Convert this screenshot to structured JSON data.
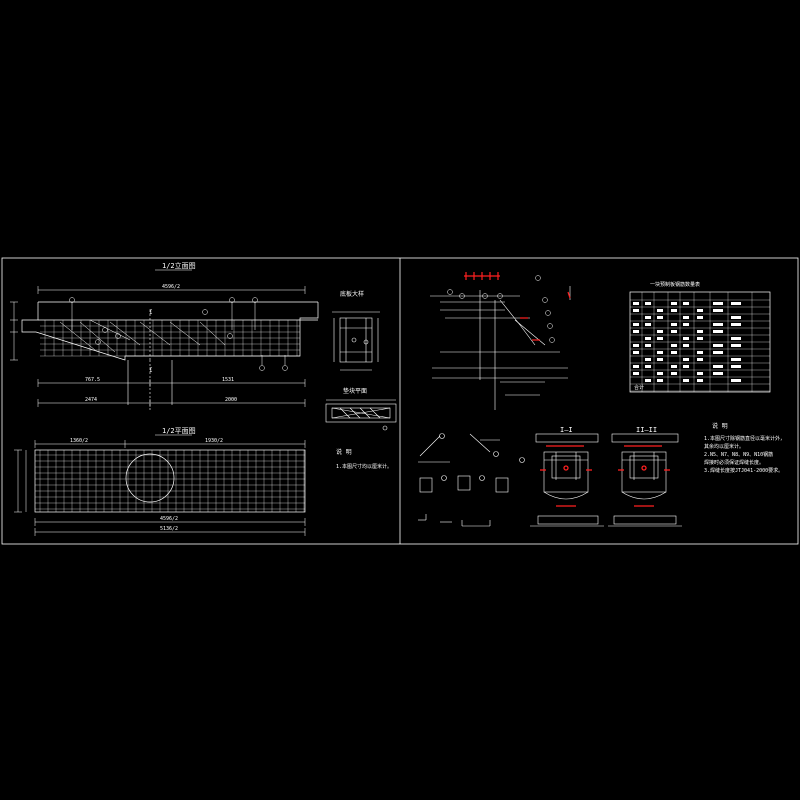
{
  "colors": {
    "background": "#000000",
    "line": "#ffffff",
    "rebar": "#ffffff",
    "highlight": "#ff2020"
  },
  "drawing": {
    "left_sheet": {
      "elevation_title": "1/2立面图",
      "plan_title": "1/2平面图",
      "detail_a_title": "底板大样",
      "detail_b_title": "垫块平面",
      "notes_title": "说 明",
      "note_1": "1.本图尺寸均以厘米计。",
      "dims": {
        "top_total": "4596/2",
        "left_seg": "767.5",
        "right_seg": "1531",
        "bottom_left": "2474",
        "bottom_right": "2000",
        "plan_top_left": "1360/2",
        "plan_top_right": "1930/2",
        "plan_bottom": "4596/2",
        "plan_bottom2": "5136/2"
      }
    },
    "right_sheet": {
      "table_title": "一块预制板钢筋数量表",
      "section_1": "I—I",
      "section_2": "II—II",
      "notes_title": "说 明",
      "notes": [
        "1.本图尺寸除钢筋直径以毫米计外，",
        "  其余均以厘米计。",
        "2.N5、N7、N8、N9、N10钢筋",
        "  焊接时必须保证焊缝长度。",
        "3.焊缝长度按JTJ041-2000要求。"
      ],
      "table_total_label": "合计"
    }
  }
}
